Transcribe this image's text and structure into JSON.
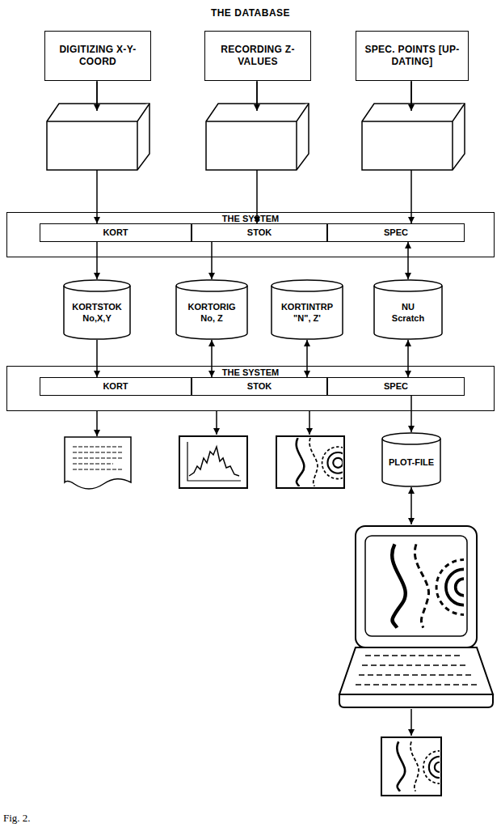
{
  "diagram": {
    "title": "THE DATABASE",
    "caption": "Fig. 2.",
    "nodes": [
      {
        "text": [
          "DIGITIZING X-Y-COORD"
        ]
      },
      {
        "text": [
          "RECORDING Z-VALUES"
        ]
      },
      {
        "text": [
          "SPEC. POINTS [UP-DATING]"
        ]
      },
      {
        "text": [
          "THE SYSTEM"
        ]
      },
      {
        "text": [
          "KORT"
        ],
        "in": 3
      },
      {
        "text": [
          "STOK"
        ],
        "in": 3
      },
      {
        "text": [
          "SPEC"
        ],
        "in": 3
      },
      {
        "text": [
          "KORTSTOK",
          "No,X,Y"
        ]
      },
      {
        "text": [
          "KORTORIG",
          "No, Z"
        ]
      },
      {
        "text": [
          "KORTINTRP",
          "\"N\", Z'"
        ]
      },
      {
        "text": [
          "NU",
          "Scratch"
        ]
      },
      {
        "text": [
          "THE SYSTEM"
        ]
      },
      {
        "text": [
          "KORT"
        ],
        "in": 11
      },
      {
        "text": [
          "STOK"
        ],
        "in": 11
      },
      {
        "text": [
          "SPEC"
        ],
        "in": 11
      },
      {
        "text": [
          "PLOT-FILE"
        ]
      }
    ],
    "edges": [
      {
        "from": 0,
        "to": 4,
        "arrow": "to"
      },
      {
        "from": 1,
        "to": 5,
        "arrow": "to"
      },
      {
        "from": 2,
        "to": 6,
        "arrow": "to"
      },
      {
        "from": 4,
        "to": 7,
        "arrow": "to"
      },
      {
        "from": 5,
        "to": 8,
        "arrow": "to"
      },
      {
        "from": 6,
        "to": 10,
        "arrow": "both"
      },
      {
        "from": 7,
        "to": 12,
        "arrow": "to"
      },
      {
        "from": 8,
        "to": 13,
        "arrow": "both"
      },
      {
        "from": 9,
        "to": 13,
        "arrow": "both"
      },
      {
        "from": 10,
        "to": 14,
        "arrow": "both"
      },
      {
        "from": 14,
        "to": 15,
        "arrow": "to"
      }
    ]
  }
}
